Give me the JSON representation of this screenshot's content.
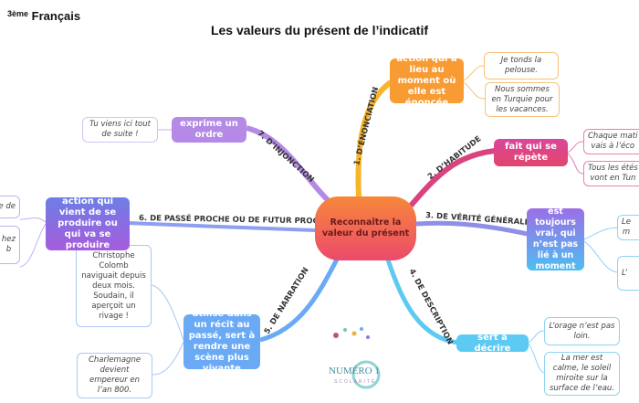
{
  "header": {
    "level": "3ème",
    "subject": "Français",
    "title": "Les valeurs du présent de l’indicatif"
  },
  "center": {
    "label": "Reconnaître la valeur du présent"
  },
  "branches": [
    {
      "label": "1. D’ÉNONCIATION",
      "node": "action qui a lieu au moment où elle est énoncée",
      "examples": [
        "Je tonds la pelouse.",
        "Nous sommes en Turquie pour les vacances."
      ],
      "color": "#f59a2c"
    },
    {
      "label": "2. D’HABITUDE",
      "node": "fait qui se répète",
      "examples": [
        "Chaque mati\nvais à l’éco",
        "Tous les étés\nvont en Tun"
      ],
      "color": "#d9437e"
    },
    {
      "label": "3. DE VÉRITÉ GÉNÉRALE",
      "node": "fait qui est toujours vrai, qui n’est pas lié à un moment précis",
      "examples": [
        "Le\nm",
        "L’"
      ],
      "color": "#8f6fe0"
    },
    {
      "label": "4. DE DESCRIPTION",
      "node": "sert à décrire",
      "examples": [
        "L’orage n’est pas loin.",
        "La mer est calme, le soleil miroite sur la surface de l’eau."
      ],
      "color": "#4cc3f0"
    },
    {
      "label": "5. DE NARRATION",
      "node": "utilisé dans un récit au passé, sert à rendre une scène plus vivante",
      "examples": [
        "Christophe Colomb naviguait depuis deux mois. Soudain, il aperçoit un rivage !",
        "Charlemagne devient empereur en l’an 800."
      ],
      "color": "#6aaaf5"
    },
    {
      "label": "6. DE PASSÉ PROCHE OU DE FUTUR PROCHE",
      "node": "action qui vient de se produire ou qui va se produire",
      "examples": [
        "e de",
        "hez\nb"
      ],
      "color": "#8e63d8"
    },
    {
      "label": "7. D’INJONCTION",
      "node": "exprime un ordre",
      "examples": [
        "Tu viens ici tout de suite !"
      ],
      "color": "#b48ae6"
    }
  ],
  "logo": {
    "text": "NUMÉRO 1",
    "subtext": "SCOLARITÉ"
  }
}
